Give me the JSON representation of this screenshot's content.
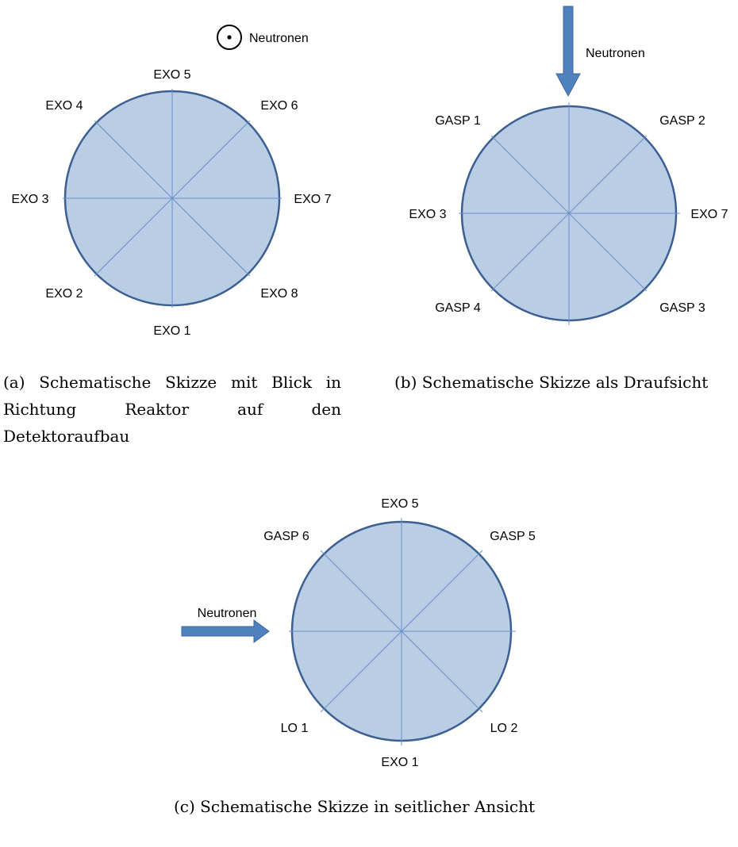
{
  "colors": {
    "disc_fill": "#b9cde5",
    "disc_stroke": "#3c5f92",
    "axis_line": "#6b8fc7",
    "arrow_fill": "#4f81bd",
    "arrow_stroke": "#3a659c"
  },
  "diagram_a": {
    "symbol_label": "Neutronen",
    "labels": {
      "top": "EXO 5",
      "top_left": "EXO 4",
      "top_right": "EXO 6",
      "left": "EXO 3",
      "right": "EXO 7",
      "bottom_left": "EXO 2",
      "bottom_right": "EXO 8",
      "bottom": "EXO 1"
    },
    "caption": "(a) Schematische Skizze mit Blick in Richtung Reaktor auf den Detektoraufbau"
  },
  "diagram_b": {
    "arrow_label": "Neutronen",
    "labels": {
      "top_left": "GASP 1",
      "top_right": "GASP 2",
      "left": "EXO 3",
      "right": "EXO 7",
      "bottom_left": "GASP 4",
      "bottom_right": "GASP 3"
    },
    "caption": "(b) Schematische Skizze als Draufsicht"
  },
  "diagram_c": {
    "arrow_label": "Neutronen",
    "labels": {
      "top": "EXO 5",
      "top_left": "GASP 6",
      "top_right": "GASP 5",
      "bottom_left": "LO 1",
      "bottom_right": "LO 2",
      "bottom": "EXO 1"
    },
    "caption": "(c) Schematische Skizze in seitlicher Ansicht"
  }
}
